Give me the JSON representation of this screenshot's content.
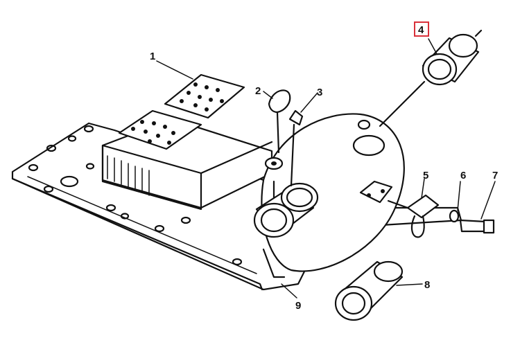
{
  "diagram": {
    "labels": [
      "1",
      "2",
      "3",
      "4",
      "5",
      "6",
      "7",
      "8",
      "9"
    ],
    "highlighted_label": "4",
    "colors": {
      "line": "#111111",
      "background": "#ffffff",
      "highlight": "#d9303a"
    }
  }
}
